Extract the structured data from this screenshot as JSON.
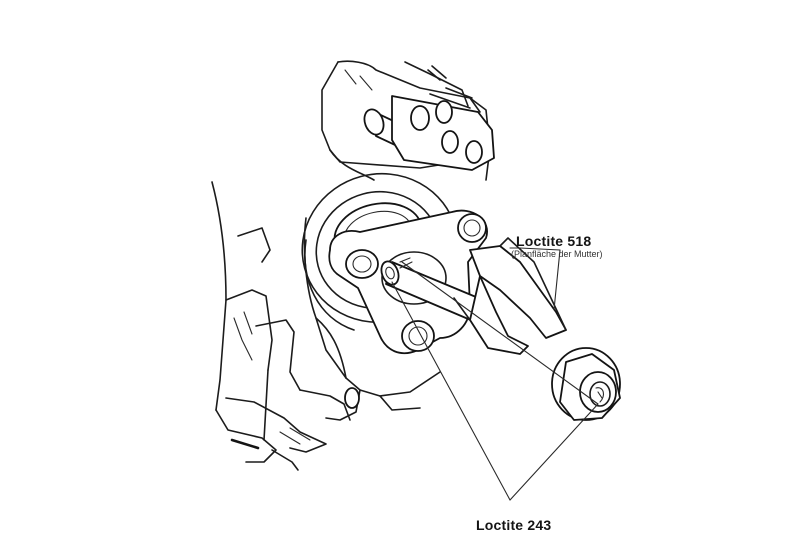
{
  "labels": {
    "loctite_518": "Loctite 518",
    "loctite_518_note": "(Planfläche der Mutter)",
    "loctite_243": "Loctite 243"
  },
  "colors": {
    "ink": "#141414",
    "paper": "#ffffff"
  }
}
